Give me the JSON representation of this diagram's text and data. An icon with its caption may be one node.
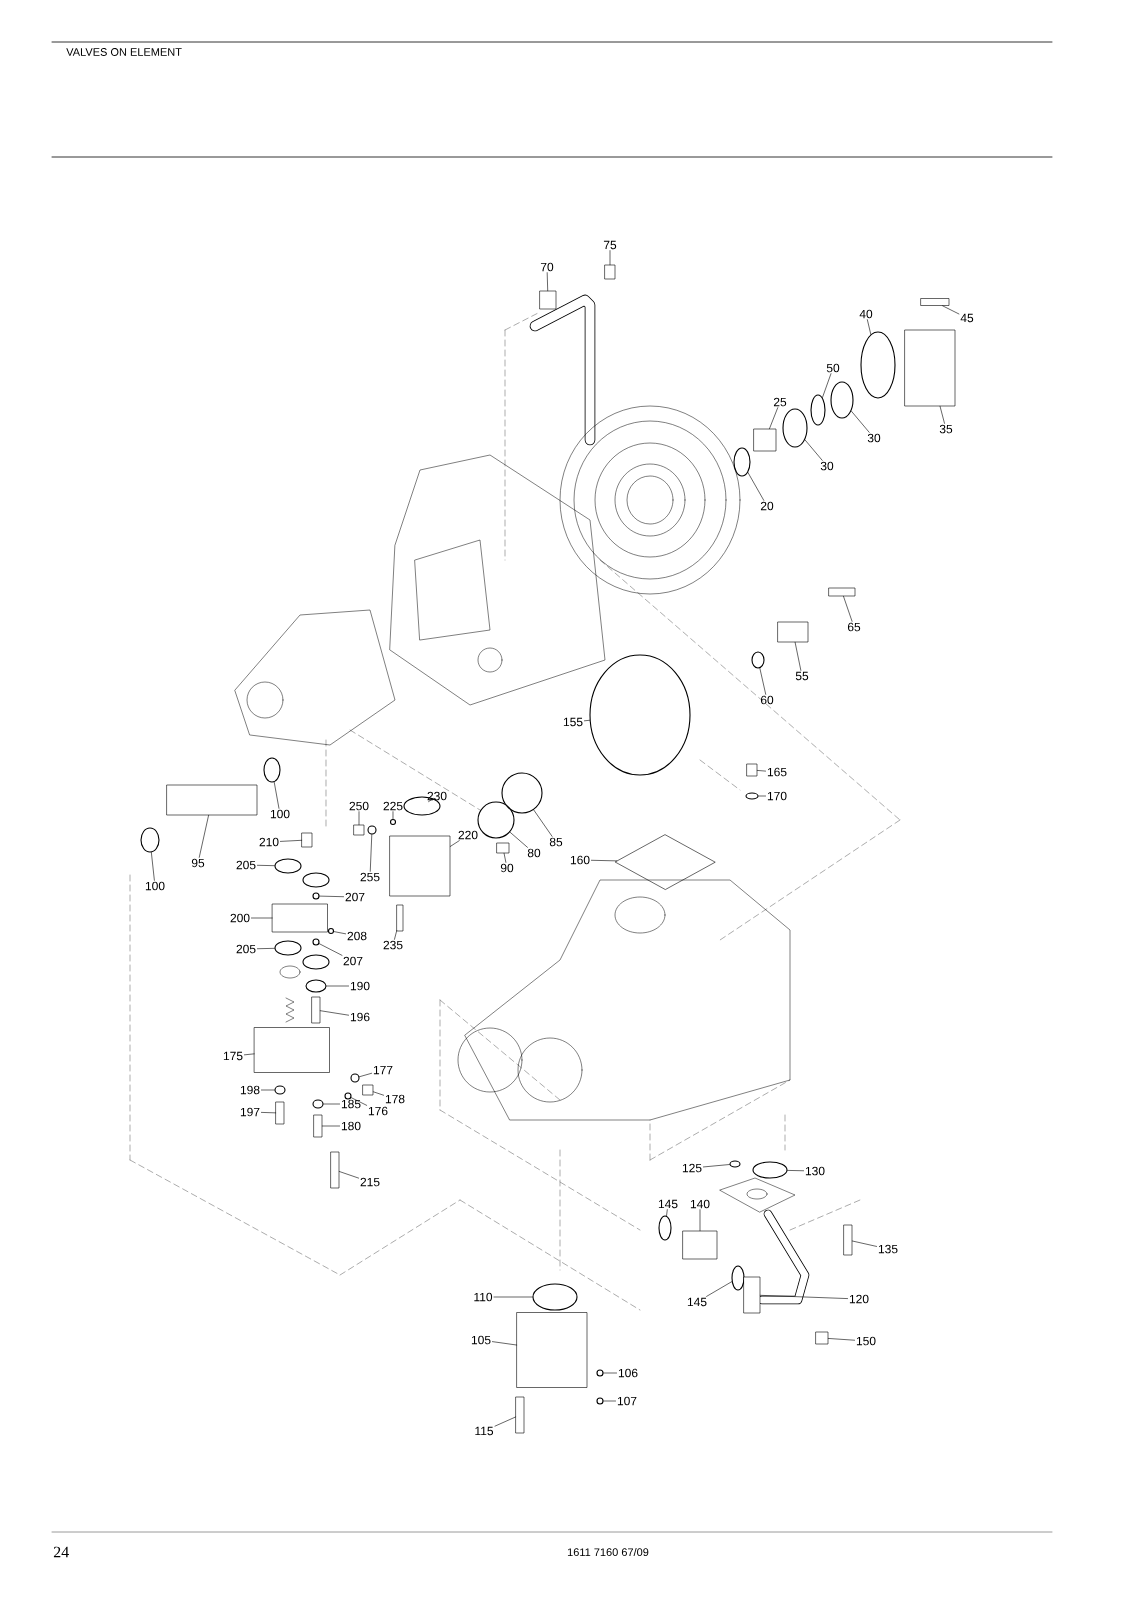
{
  "diagram": {
    "title": "VALVES ON ELEMENT",
    "nodes": [
      {
        "text": [
          "75"
        ]
      },
      {
        "text": [
          "70"
        ]
      },
      {
        "text": [
          "45"
        ]
      },
      {
        "text": [
          "40"
        ]
      },
      {
        "text": [
          "50"
        ]
      },
      {
        "text": [
          "25"
        ]
      },
      {
        "text": [
          "35"
        ]
      },
      {
        "text": [
          "30"
        ]
      },
      {
        "text": [
          "30"
        ]
      },
      {
        "text": [
          "20"
        ]
      },
      {
        "text": [
          "65"
        ]
      },
      {
        "text": [
          "55"
        ]
      },
      {
        "text": [
          "60"
        ]
      },
      {
        "text": [
          "155"
        ]
      },
      {
        "text": [
          "165"
        ]
      },
      {
        "text": [
          "170"
        ]
      },
      {
        "text": [
          "100"
        ]
      },
      {
        "text": [
          "230"
        ]
      },
      {
        "text": [
          "250"
        ]
      },
      {
        "text": [
          "225"
        ]
      },
      {
        "text": [
          "220"
        ]
      },
      {
        "text": [
          "210"
        ]
      },
      {
        "text": [
          "85"
        ]
      },
      {
        "text": [
          "80"
        ]
      },
      {
        "text": [
          "95"
        ]
      },
      {
        "text": [
          "205"
        ]
      },
      {
        "text": [
          "90"
        ]
      },
      {
        "text": [
          "160"
        ]
      },
      {
        "text": [
          "100"
        ]
      },
      {
        "text": [
          "255"
        ]
      },
      {
        "text": [
          "207"
        ]
      },
      {
        "text": [
          "200"
        ]
      },
      {
        "text": [
          "208"
        ]
      },
      {
        "text": [
          "235"
        ]
      },
      {
        "text": [
          "205"
        ]
      },
      {
        "text": [
          "207"
        ]
      },
      {
        "text": [
          "190"
        ]
      },
      {
        "text": [
          "196"
        ]
      },
      {
        "text": [
          "175"
        ]
      },
      {
        "text": [
          "177"
        ]
      },
      {
        "text": [
          "198"
        ]
      },
      {
        "text": [
          "178"
        ]
      },
      {
        "text": [
          "185"
        ]
      },
      {
        "text": [
          "176"
        ]
      },
      {
        "text": [
          "197"
        ]
      },
      {
        "text": [
          "180"
        ]
      },
      {
        "text": [
          "215"
        ]
      },
      {
        "text": [
          "125"
        ]
      },
      {
        "text": [
          "130"
        ]
      },
      {
        "text": [
          "145"
        ]
      },
      {
        "text": [
          "140"
        ]
      },
      {
        "text": [
          "135"
        ]
      },
      {
        "text": [
          "110"
        ]
      },
      {
        "text": [
          "145"
        ]
      },
      {
        "text": [
          "120"
        ]
      },
      {
        "text": [
          "105"
        ]
      },
      {
        "text": [
          "150"
        ]
      },
      {
        "text": [
          "106"
        ]
      },
      {
        "text": [
          "107"
        ]
      },
      {
        "text": [
          "115"
        ]
      },
      {
        "text": [],
        "shape": "bar"
      },
      {
        "text": [],
        "shape": "box"
      },
      {
        "text": [],
        "shape": "bar"
      },
      {
        "text": [],
        "shape": "circle"
      },
      {
        "text": [],
        "shape": "circle"
      },
      {
        "text": [],
        "shape": "box"
      },
      {
        "text": [],
        "shape": "box"
      },
      {
        "text": [],
        "shape": "circle"
      },
      {
        "text": [],
        "shape": "circle"
      },
      {
        "text": [],
        "shape": "circle"
      },
      {
        "text": [],
        "shape": "bar"
      },
      {
        "text": [],
        "shape": "box"
      },
      {
        "text": [],
        "shape": "circle"
      },
      {
        "text": [],
        "shape": "circle"
      },
      {
        "text": [],
        "shape": "box"
      },
      {
        "text": [],
        "shape": "circle"
      },
      {
        "text": [],
        "shape": "circle"
      },
      {
        "text": [],
        "shape": "circle"
      },
      {
        "text": [],
        "shape": "box"
      },
      {
        "text": [],
        "shape": "circle"
      },
      {
        "text": [],
        "shape": "box"
      },
      {
        "text": [],
        "shape": "box"
      },
      {
        "text": [],
        "shape": "circle"
      },
      {
        "text": [],
        "shape": "circle"
      },
      {
        "text": [],
        "shape": "box"
      },
      {
        "text": [],
        "shape": "circle"
      },
      {
        "text": [],
        "shape": "box"
      },
      {
        "text": [],
        "shape": "diamond"
      },
      {
        "text": [],
        "shape": "circle"
      },
      {
        "text": [],
        "shape": "circle"
      },
      {
        "text": [],
        "shape": "circle"
      },
      {
        "text": [],
        "shape": "box"
      },
      {
        "text": [],
        "shape": "circle"
      },
      {
        "text": [],
        "shape": "bar"
      },
      {
        "text": [],
        "shape": "circle"
      },
      {
        "text": [],
        "shape": "circle"
      },
      {
        "text": [],
        "shape": "circle"
      },
      {
        "text": [],
        "shape": "bar"
      },
      {
        "text": [],
        "shape": "box"
      },
      {
        "text": [],
        "shape": "circle"
      },
      {
        "text": [],
        "shape": "circle"
      },
      {
        "text": [],
        "shape": "box"
      },
      {
        "text": [],
        "shape": "circle"
      },
      {
        "text": [],
        "shape": "circle"
      },
      {
        "text": [],
        "shape": "bar"
      },
      {
        "text": [],
        "shape": "bar"
      },
      {
        "text": [],
        "shape": "bar"
      },
      {
        "text": [],
        "shape": "circle"
      },
      {
        "text": [],
        "shape": "circle"
      },
      {
        "text": [],
        "shape": "circle"
      },
      {
        "text": [],
        "shape": "box"
      },
      {
        "text": [],
        "shape": "bar"
      },
      {
        "text": [],
        "shape": "circle"
      },
      {
        "text": [],
        "shape": "circle"
      },
      {
        "text": [],
        "shape": "box"
      },
      {
        "text": [],
        "shape": "box"
      },
      {
        "text": [],
        "shape": "box"
      },
      {
        "text": [],
        "shape": "circle"
      },
      {
        "text": [],
        "shape": "circle"
      },
      {
        "text": [],
        "shape": "bar"
      }
    ],
    "edges": [
      {
        "from": 0,
        "to": 60,
        "arrow": "none"
      },
      {
        "from": 1,
        "to": 61,
        "arrow": "none"
      },
      {
        "from": 2,
        "to": 62,
        "arrow": "none"
      },
      {
        "from": 3,
        "to": 63,
        "arrow": "none"
      },
      {
        "from": 4,
        "to": 64,
        "arrow": "none"
      },
      {
        "from": 5,
        "to": 65,
        "arrow": "none"
      },
      {
        "from": 6,
        "to": 66,
        "arrow": "none"
      },
      {
        "from": 7,
        "to": 67,
        "arrow": "none"
      },
      {
        "from": 8,
        "to": 68,
        "arrow": "none"
      },
      {
        "from": 9,
        "to": 69,
        "arrow": "none"
      },
      {
        "from": 10,
        "to": 70,
        "arrow": "none"
      },
      {
        "from": 11,
        "to": 71,
        "arrow": "none"
      },
      {
        "from": 12,
        "to": 72,
        "arrow": "none"
      },
      {
        "from": 13,
        "to": 73,
        "arrow": "none"
      },
      {
        "from": 14,
        "to": 74,
        "arrow": "none"
      },
      {
        "from": 15,
        "to": 75,
        "arrow": "none"
      },
      {
        "from": 16,
        "to": 76,
        "arrow": "none"
      },
      {
        "from": 17,
        "to": 77,
        "arrow": "none"
      },
      {
        "from": 18,
        "to": 78,
        "arrow": "none"
      },
      {
        "from": 19,
        "to": 79,
        "arrow": "none"
      },
      {
        "from": 20,
        "to": 80,
        "arrow": "none"
      },
      {
        "from": 21,
        "to": 81,
        "arrow": "none"
      },
      {
        "from": 22,
        "to": 82,
        "arrow": "none"
      },
      {
        "from": 23,
        "to": 83,
        "arrow": "none"
      },
      {
        "from": 24,
        "to": 84,
        "arrow": "none"
      },
      {
        "from": 25,
        "to": 85,
        "arrow": "none"
      },
      {
        "from": 26,
        "to": 86,
        "arrow": "none"
      },
      {
        "from": 27,
        "to": 87,
        "arrow": "none"
      },
      {
        "from": 28,
        "to": 88,
        "arrow": "none"
      },
      {
        "from": 29,
        "to": 89,
        "arrow": "none"
      },
      {
        "from": 30,
        "to": 90,
        "arrow": "none"
      },
      {
        "from": 31,
        "to": 91,
        "arrow": "none"
      },
      {
        "from": 32,
        "to": 92,
        "arrow": "none"
      },
      {
        "from": 33,
        "to": 93,
        "arrow": "none"
      },
      {
        "from": 34,
        "to": 94,
        "arrow": "none"
      },
      {
        "from": 35,
        "to": 95,
        "arrow": "none"
      },
      {
        "from": 36,
        "to": 96,
        "arrow": "none"
      },
      {
        "from": 37,
        "to": 97,
        "arrow": "none"
      },
      {
        "from": 38,
        "to": 98,
        "arrow": "none"
      },
      {
        "from": 39,
        "to": 99,
        "arrow": "none"
      },
      {
        "from": 40,
        "to": 100,
        "arrow": "none"
      },
      {
        "from": 41,
        "to": 101,
        "arrow": "none"
      },
      {
        "from": 42,
        "to": 102,
        "arrow": "none"
      },
      {
        "from": 43,
        "to": 103,
        "arrow": "none"
      },
      {
        "from": 44,
        "to": 104,
        "arrow": "none"
      },
      {
        "from": 45,
        "to": 105,
        "arrow": "none"
      },
      {
        "from": 46,
        "to": 106,
        "arrow": "none"
      },
      {
        "from": 47,
        "to": 107,
        "arrow": "none"
      },
      {
        "from": 48,
        "to": 108,
        "arrow": "none"
      },
      {
        "from": 49,
        "to": 109,
        "arrow": "none"
      },
      {
        "from": 50,
        "to": 110,
        "arrow": "none"
      },
      {
        "from": 51,
        "to": 111,
        "arrow": "none"
      },
      {
        "from": 52,
        "to": 112,
        "arrow": "none"
      },
      {
        "from": 53,
        "to": 113,
        "arrow": "none"
      },
      {
        "from": 54,
        "to": 114,
        "arrow": "none"
      },
      {
        "from": 55,
        "to": 115,
        "arrow": "none"
      },
      {
        "from": 56,
        "to": 116,
        "arrow": "none"
      },
      {
        "from": 57,
        "to": 117,
        "arrow": "none"
      },
      {
        "from": 58,
        "to": 118,
        "arrow": "none"
      },
      {
        "from": 59,
        "to": 119,
        "arrow": "none"
      }
    ],
    "labels": [
      "24",
      "1611 7160 67/09"
    ]
  }
}
